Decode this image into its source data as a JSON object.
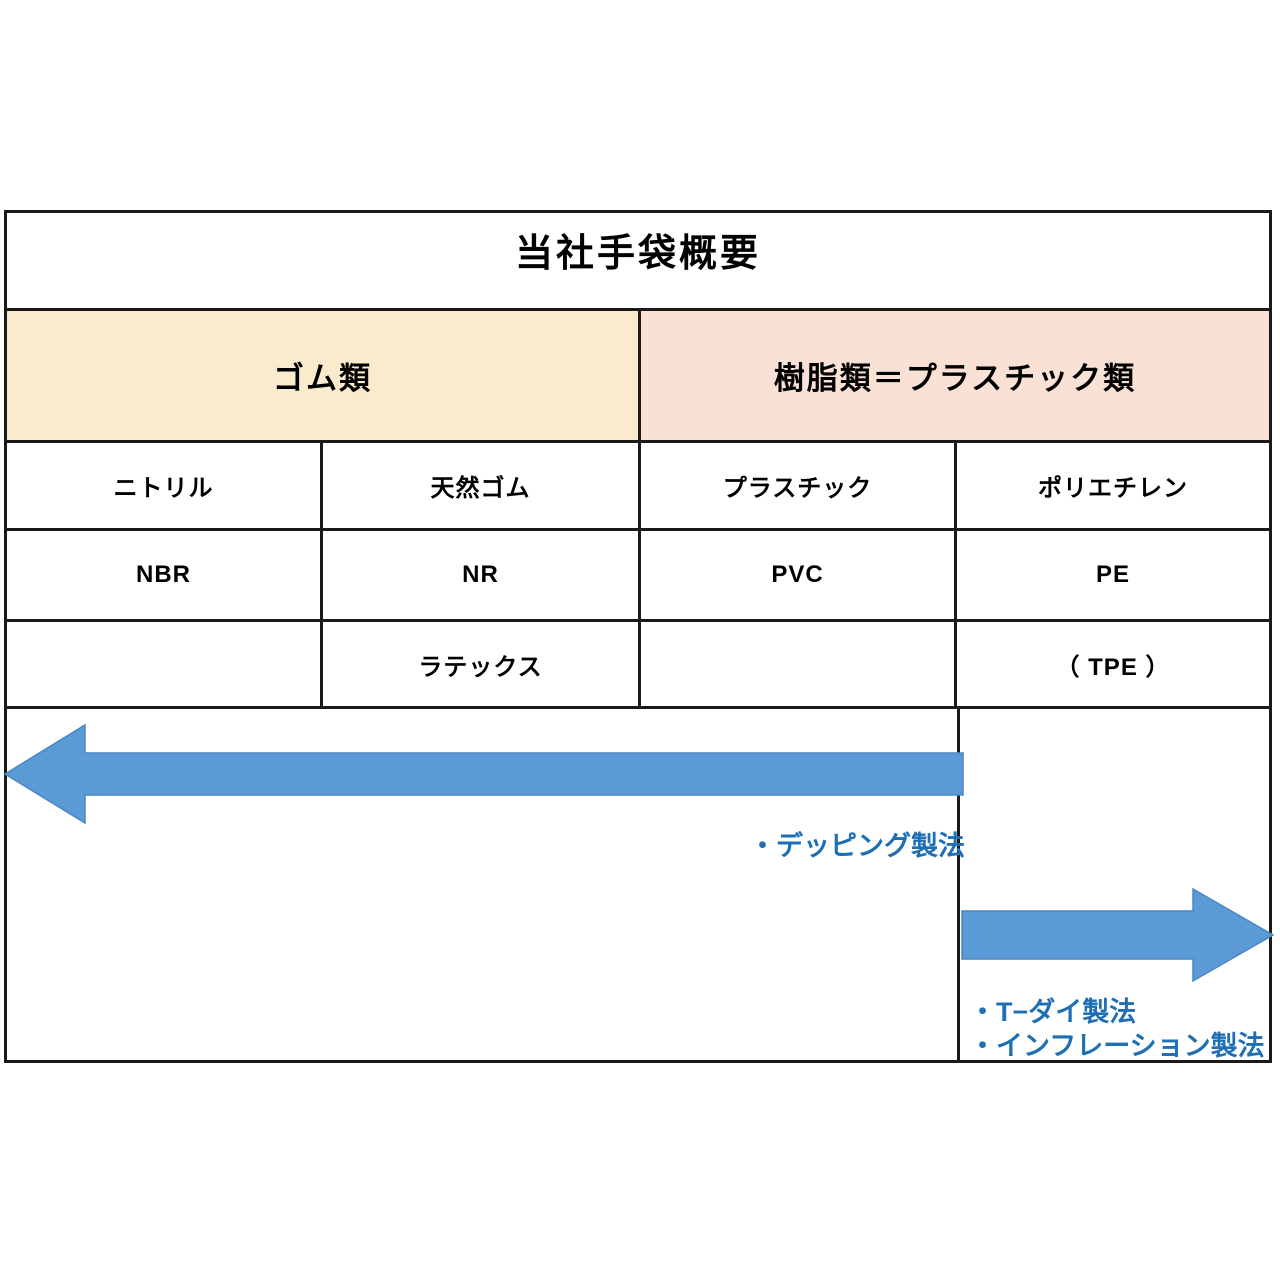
{
  "chart_data": {
    "type": "table",
    "title": "当社手袋概要",
    "categories": [
      {
        "label": "ゴム類",
        "color": "#FAEBCD",
        "span": 2
      },
      {
        "label": "樹脂類＝プラスチック類",
        "color": "#FAE1D5",
        "span": 2
      }
    ],
    "columns": [
      "ニトリル",
      "天然ゴム",
      "プラスチック",
      "ポリエチレン"
    ],
    "rows": [
      {
        "name": "material",
        "cells": [
          "ニトリル",
          "天然ゴム",
          "プラスチック",
          "ポリエチレン"
        ]
      },
      {
        "name": "code",
        "cells": [
          "NBR",
          "NR",
          "PVC",
          "PE"
        ]
      },
      {
        "name": "extra",
        "cells": [
          "",
          "ラテックス",
          "",
          "（ TPE ）"
        ]
      }
    ],
    "annotations": [
      {
        "name": "dipping-process",
        "text": "・デッピング製法",
        "color": "#1F6FB4",
        "arrow": {
          "direction": "left",
          "color": "#5B9BD5",
          "spans_columns": [
            1,
            2,
            3
          ]
        }
      },
      {
        "name": "plastic-process",
        "text": "・T−ダイ製法\n・インフレーション製法",
        "line1": "・T−ダイ製法",
        "line2": "・インフレーション製法",
        "color": "#1F6FB4",
        "arrow": {
          "direction": "right",
          "color": "#5B9BD5",
          "spans_columns": [
            4
          ]
        }
      }
    ],
    "colors": {
      "border": "#1a1a1a",
      "rubber_fill": "#FAEBCD",
      "resin_fill": "#FAE1D5",
      "arrow_fill": "#5B9BD5",
      "arrow_stroke": "#3F7BB8",
      "note_text": "#1F6FB4",
      "background": "#FFFFFF"
    },
    "grid": true,
    "legend": "none"
  },
  "table": {
    "title": "当社手袋概要",
    "category_rubber": "ゴム類",
    "category_resin": "樹脂類＝プラスチック類",
    "r1": {
      "c1": "ニトリル",
      "c2": "天然ゴム",
      "c3": "プラスチック",
      "c4": "ポリエチレン"
    },
    "r2": {
      "c1": "NBR",
      "c2": "NR",
      "c3": "PVC",
      "c4": "PE"
    },
    "r3": {
      "c1": "",
      "c2": "ラテックス",
      "c3": "",
      "c4": "（ TPE ）"
    }
  },
  "notes": {
    "dipping": "・デッピング製法",
    "tdie": "・T−ダイ製法",
    "inflation": "・インフレーション製法"
  }
}
